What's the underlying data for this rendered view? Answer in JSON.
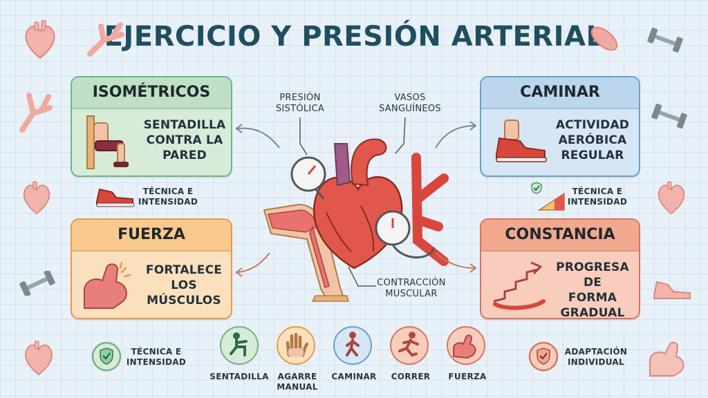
{
  "title": "EJERCICIO Y PRESIÓN ARTERIAL",
  "cards": {
    "isometricos": {
      "title": "ISOMÉTRICOS",
      "line1": "SENTADILLA",
      "line2": "CONTRA LA",
      "line3": "PARED"
    },
    "caminar": {
      "title": "CAMINAR",
      "line1": "ACTIVIDAD",
      "line2": "AERÓBICA",
      "line3": "REGULAR"
    },
    "fuerza": {
      "title": "FUERZA",
      "line1": "FORTALECE LOS",
      "line2": "MÚSCULOS"
    },
    "constancia": {
      "title": "CONSTANCIA",
      "line1": "PROGRESA DE",
      "line2": "FORMA",
      "line3": "GRADUAL"
    }
  },
  "center_labels": {
    "presion_1": "PRESIÓN",
    "presion_2": "SISTÓLICA",
    "vasos_1": "VASOS",
    "vasos_2": "SANGUÍNEOS",
    "contraccion_1": "CONTRACCIÓN",
    "contraccion_2": "MUSCULAR"
  },
  "notes": {
    "left_mid_1": "TÉCNICA E",
    "left_mid_2": "INTENSIDAD",
    "right_mid_1": "TÉCNICA E",
    "right_mid_2": "INTENSIDAD",
    "bottom_left_1": "TÉCNICA E",
    "bottom_left_2": "INTENSIDAD",
    "bottom_right_1": "ADAPTACIÓN",
    "bottom_right_2": "INDIVIDUAL"
  },
  "bottom_icons": [
    {
      "label": "SENTADILLA"
    },
    {
      "label1": "AGARRE",
      "label2": "MANUAL"
    },
    {
      "label": "CAMINAR"
    },
    {
      "label": "CORRER"
    },
    {
      "label": "FUERZA"
    }
  ],
  "colors": {
    "green": "#cfe8d2",
    "green_border": "#6fb48a",
    "blue": "#cfe2f2",
    "blue_border": "#6a9fc8",
    "orange": "#fbd7a8",
    "orange_border": "#e39a4a",
    "red": "#f7c0ae",
    "red_border": "#d9745a",
    "heart": "#e2574c",
    "title": "#1f4e5f"
  }
}
